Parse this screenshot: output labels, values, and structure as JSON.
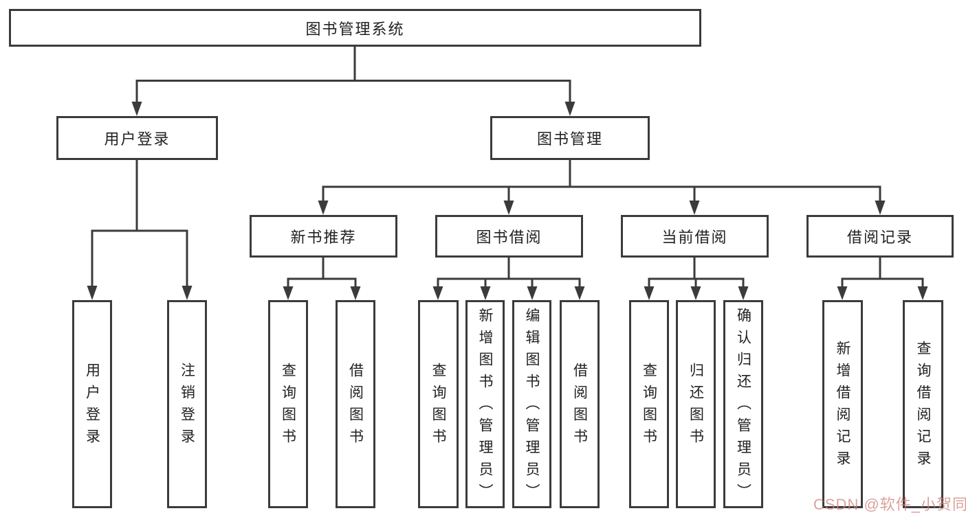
{
  "diagram": {
    "watermark": "CSDN @软件_小贺同学",
    "colors": {
      "line": "#3b3b3b",
      "text": "#212121",
      "background": "#ffffff",
      "watermark": "#ce827d"
    },
    "root": {
      "label": "图书管理系统"
    },
    "branches": [
      {
        "label": "用户登录",
        "leaves": [
          {
            "label": "用户登录"
          },
          {
            "label": "注销登录"
          }
        ]
      },
      {
        "label": "图书管理",
        "groups": [
          {
            "label": "新书推荐",
            "leaves": [
              {
                "label": "查询图书"
              },
              {
                "label": "借阅图书"
              }
            ]
          },
          {
            "label": "图书借阅",
            "leaves": [
              {
                "label": "查询图书"
              },
              {
                "label": "新增图书（管理员）"
              },
              {
                "label": "编辑图书（管理员）"
              },
              {
                "label": "借阅图书"
              }
            ]
          },
          {
            "label": "当前借阅",
            "leaves": [
              {
                "label": "查询图书"
              },
              {
                "label": "归还图书"
              },
              {
                "label": "确认归还（管理员）"
              }
            ]
          },
          {
            "label": "借阅记录",
            "leaves": [
              {
                "label": "新增借阅记录"
              },
              {
                "label": "查询借阅记录"
              }
            ]
          }
        ]
      }
    ]
  }
}
